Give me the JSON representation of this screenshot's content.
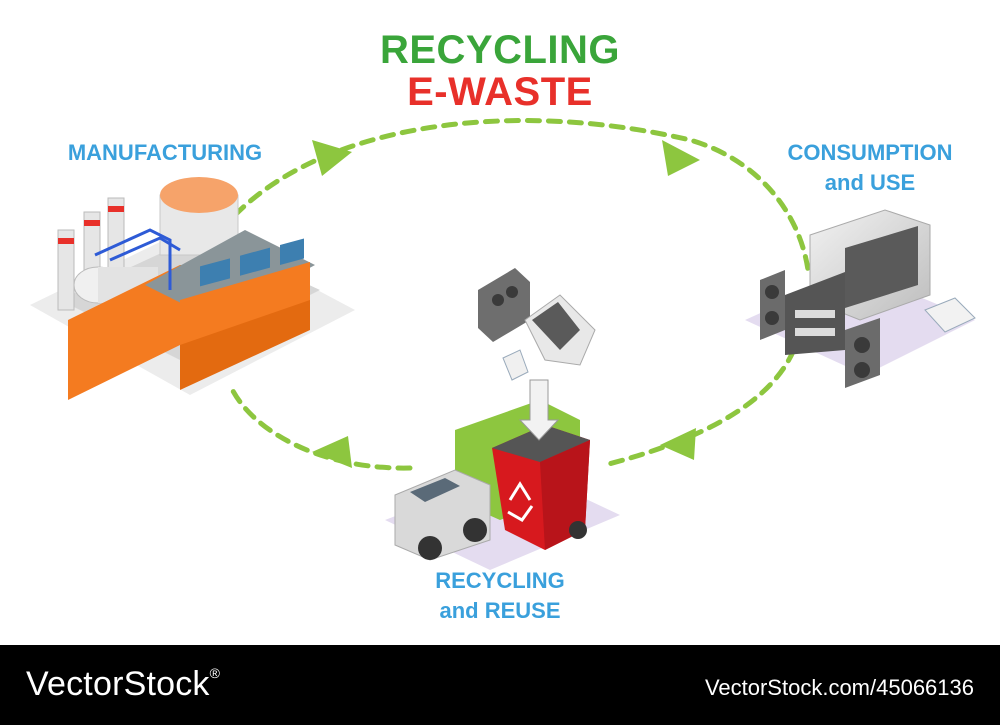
{
  "title": {
    "line1": "RECYCLING",
    "line2": "E-WASTE"
  },
  "stages": {
    "manufacturing": {
      "label": "MANUFACTURING"
    },
    "consumption": {
      "line1": "CONSUMPTION",
      "line2": "and USE"
    },
    "recycling": {
      "line1": "RECYCLING",
      "line2": "and REUSE"
    }
  },
  "footer": {
    "brand": "VectorStock",
    "brand_mark": "®",
    "image_id": "VectorStock.com/45066136"
  },
  "colors": {
    "title_green": "#3aa53a",
    "title_red": "#e8302a",
    "label_blue": "#3aa0dc",
    "arrow_green": "#8dc63f",
    "factory_orange": "#f47b20",
    "bin_red": "#d7191e",
    "truck_green": "#8dc63f"
  },
  "icons": [
    "factory-icon",
    "tv-and-stereo-icon",
    "recycle-bin-and-truck-icon",
    "falling-electronics-icon",
    "recycle-symbol-icon"
  ]
}
